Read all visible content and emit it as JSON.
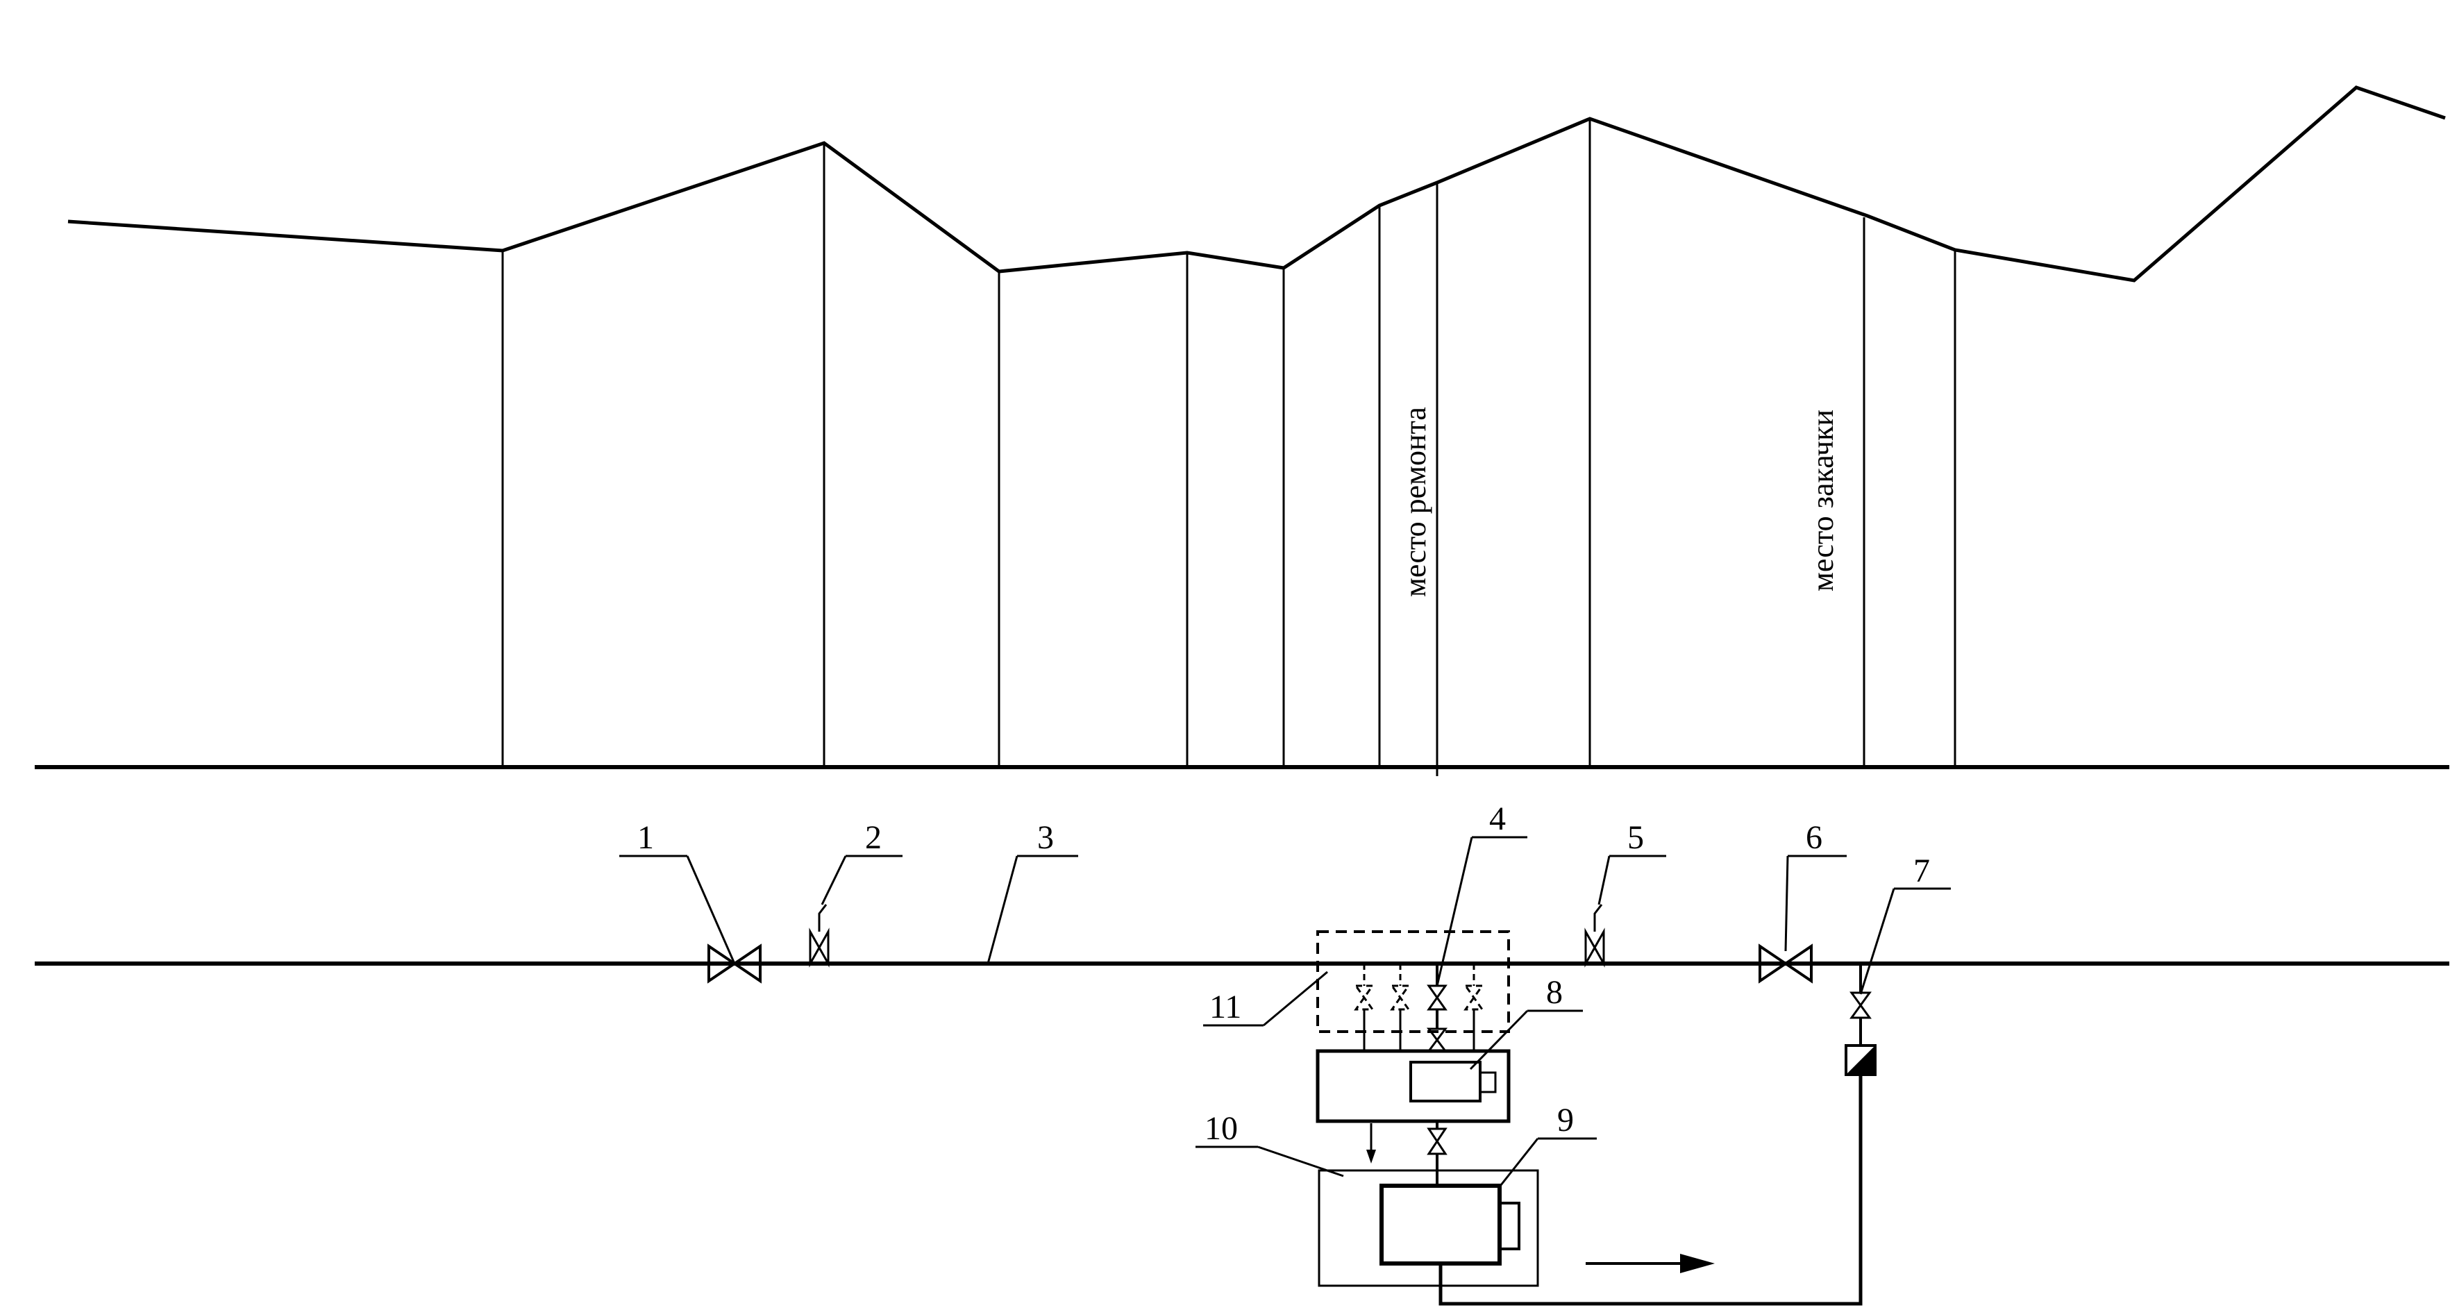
{
  "annotations": {
    "repair_place": "место ремонта",
    "pumping_place": "место закачки"
  },
  "callouts": [
    {
      "id": "1",
      "text": "1"
    },
    {
      "id": "2",
      "text": "2"
    },
    {
      "id": "3",
      "text": "3"
    },
    {
      "id": "4",
      "text": "4"
    },
    {
      "id": "5",
      "text": "5"
    },
    {
      "id": "6",
      "text": "6"
    },
    {
      "id": "7",
      "text": "7"
    },
    {
      "id": "8",
      "text": "8"
    },
    {
      "id": "9",
      "text": "9"
    },
    {
      "id": "10",
      "text": "10"
    },
    {
      "id": "11",
      "text": "11"
    }
  ],
  "colors": {
    "line": "#000000",
    "background": "#ffffff"
  }
}
